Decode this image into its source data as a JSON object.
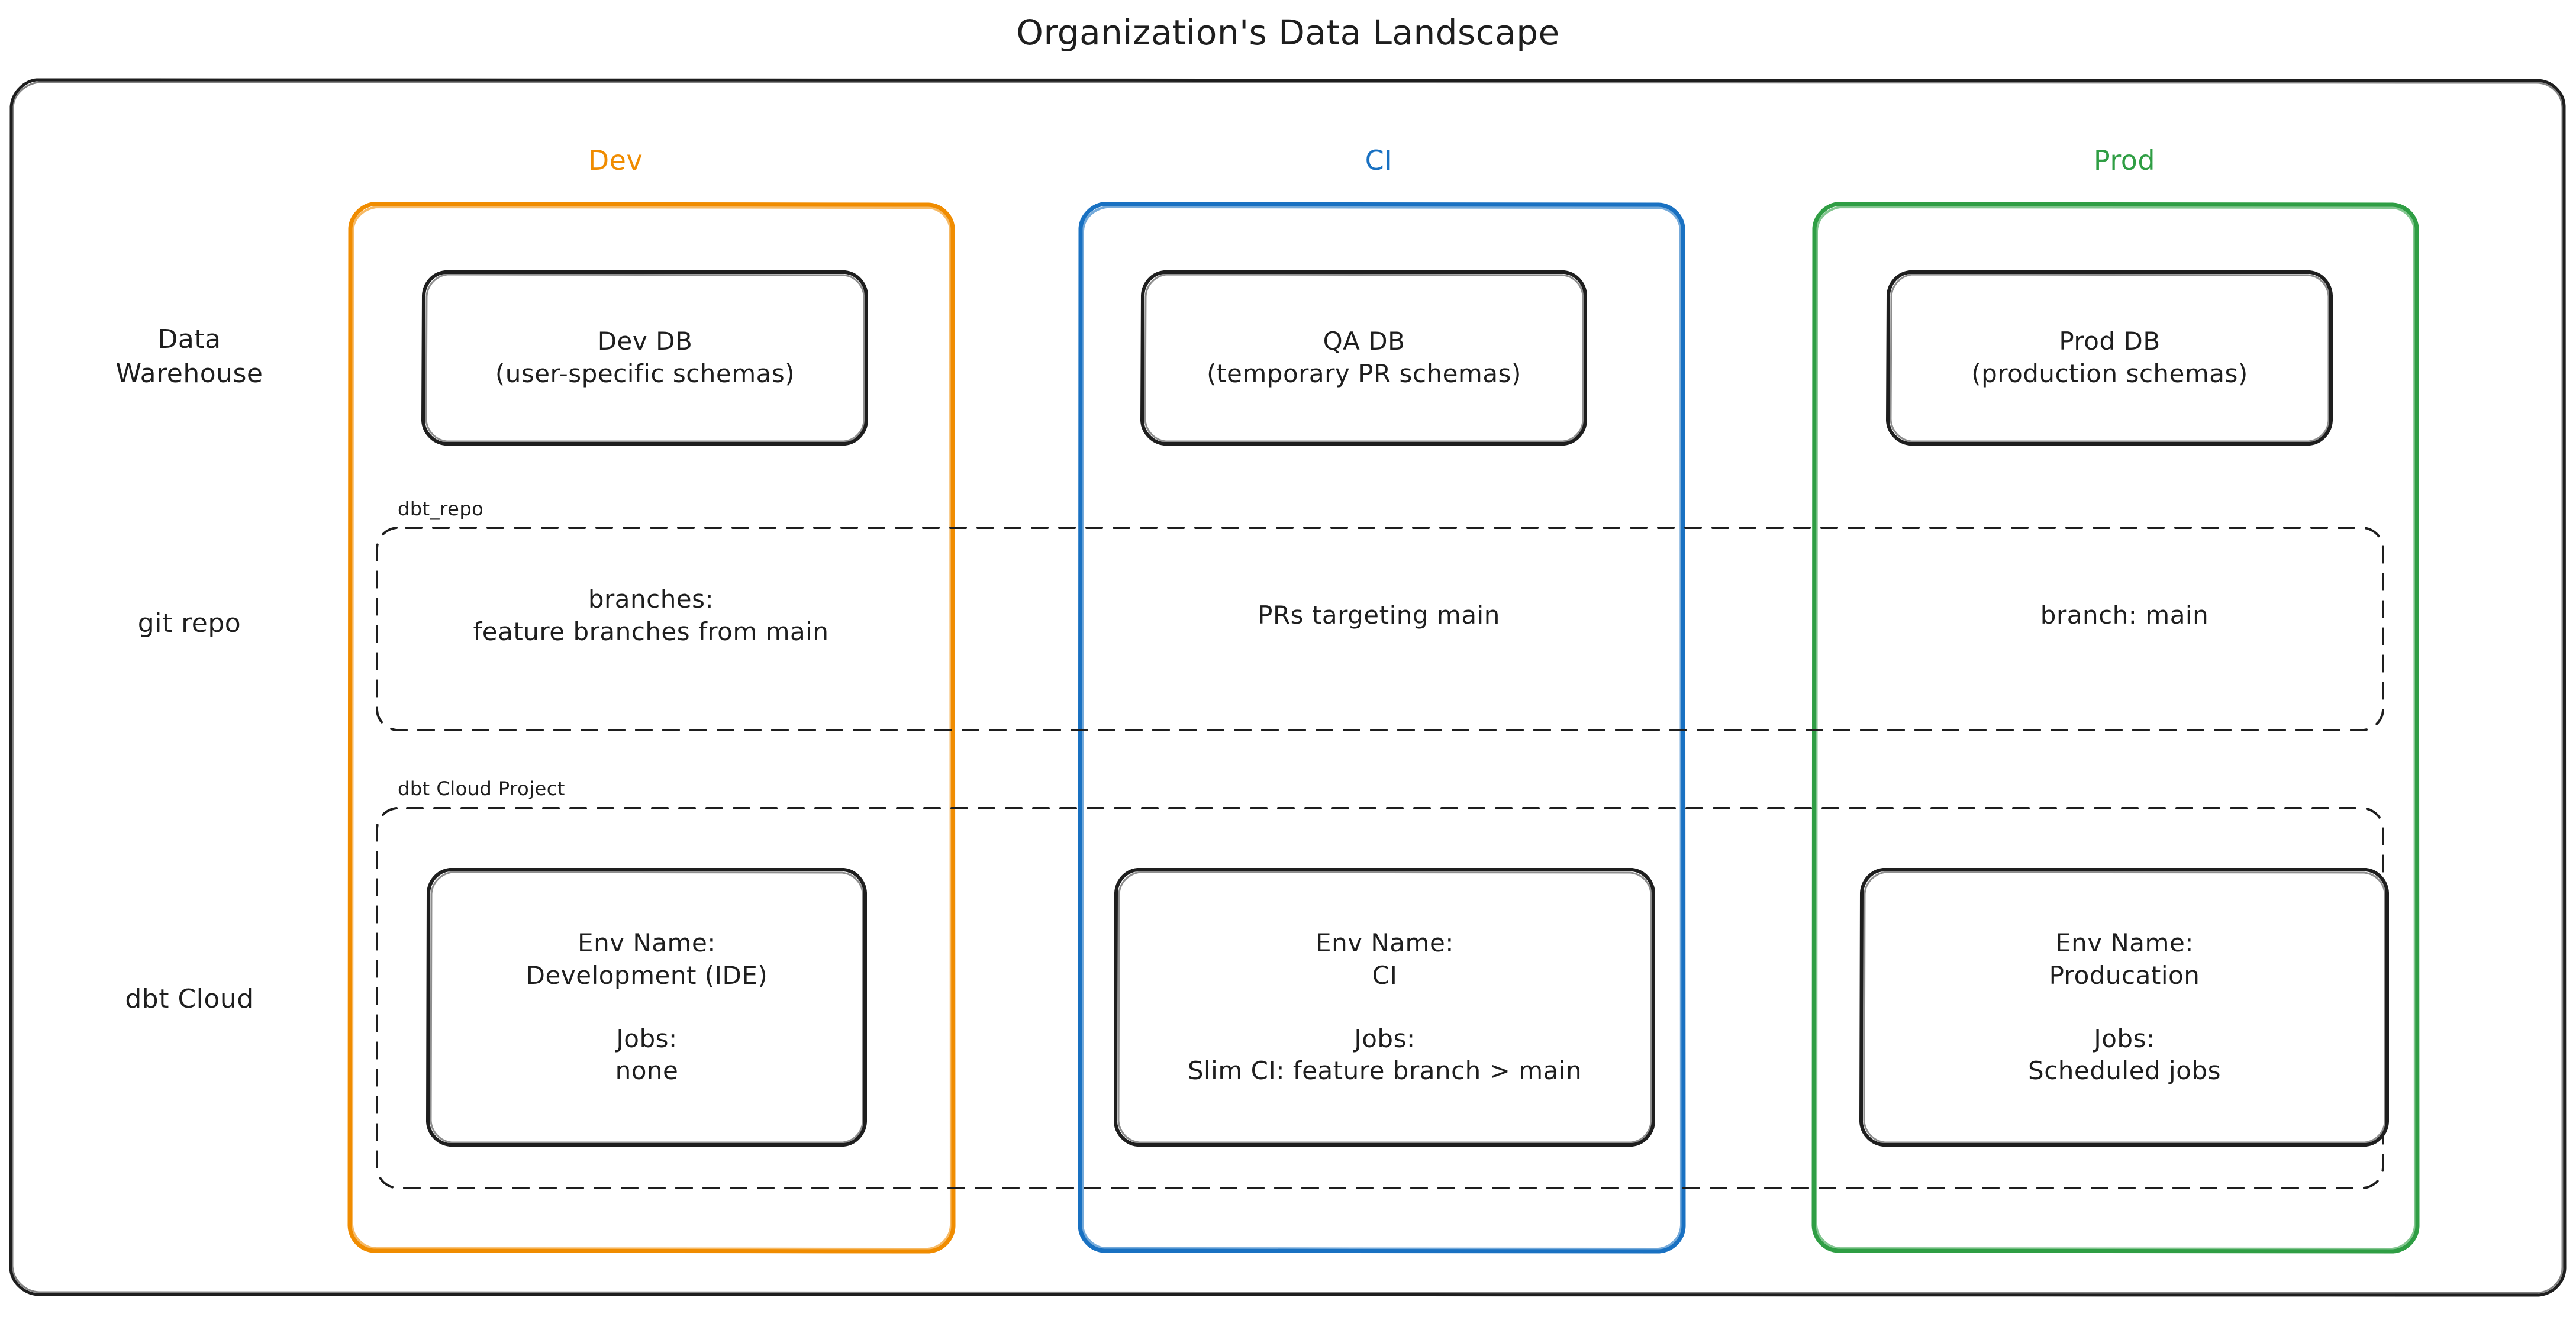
{
  "title": "Organization's Data Landscape",
  "colors": {
    "dev": "#f08c00",
    "ci": "#1971c2",
    "prod": "#2f9e44",
    "stroke": "#1e1e1e",
    "background": "#ffffff"
  },
  "columns": [
    {
      "key": "dev",
      "label": "Dev"
    },
    {
      "key": "ci",
      "label": "CI"
    },
    {
      "key": "prod",
      "label": "Prod"
    }
  ],
  "rows": [
    {
      "key": "warehouse",
      "label": "Data\nWarehouse"
    },
    {
      "key": "git",
      "label": "git repo"
    },
    {
      "key": "dbtcloud",
      "label": "dbt Cloud"
    }
  ],
  "groups": {
    "repo": {
      "label": "dbt_repo"
    },
    "cloud": {
      "label": "dbt Cloud Project"
    }
  },
  "warehouse": {
    "dev": "Dev DB\n(user-specific schemas)",
    "ci": "QA DB\n(temporary PR schemas)",
    "prod": "Prod DB\n(production schemas)"
  },
  "git_repo": {
    "dev": "branches:\nfeature branches from main",
    "ci": "PRs targeting main",
    "prod": "branch: main"
  },
  "dbt_cloud": {
    "dev": {
      "env_name": "Env Name:\nDevelopment (IDE)",
      "jobs": "Jobs:\nnone"
    },
    "ci": {
      "env_name": "Env Name:\nCI",
      "jobs": "Jobs:\nSlim CI: feature branch > main"
    },
    "prod": {
      "env_name": "Env Name:\nProducation",
      "jobs": "Jobs:\nScheduled jobs"
    }
  }
}
